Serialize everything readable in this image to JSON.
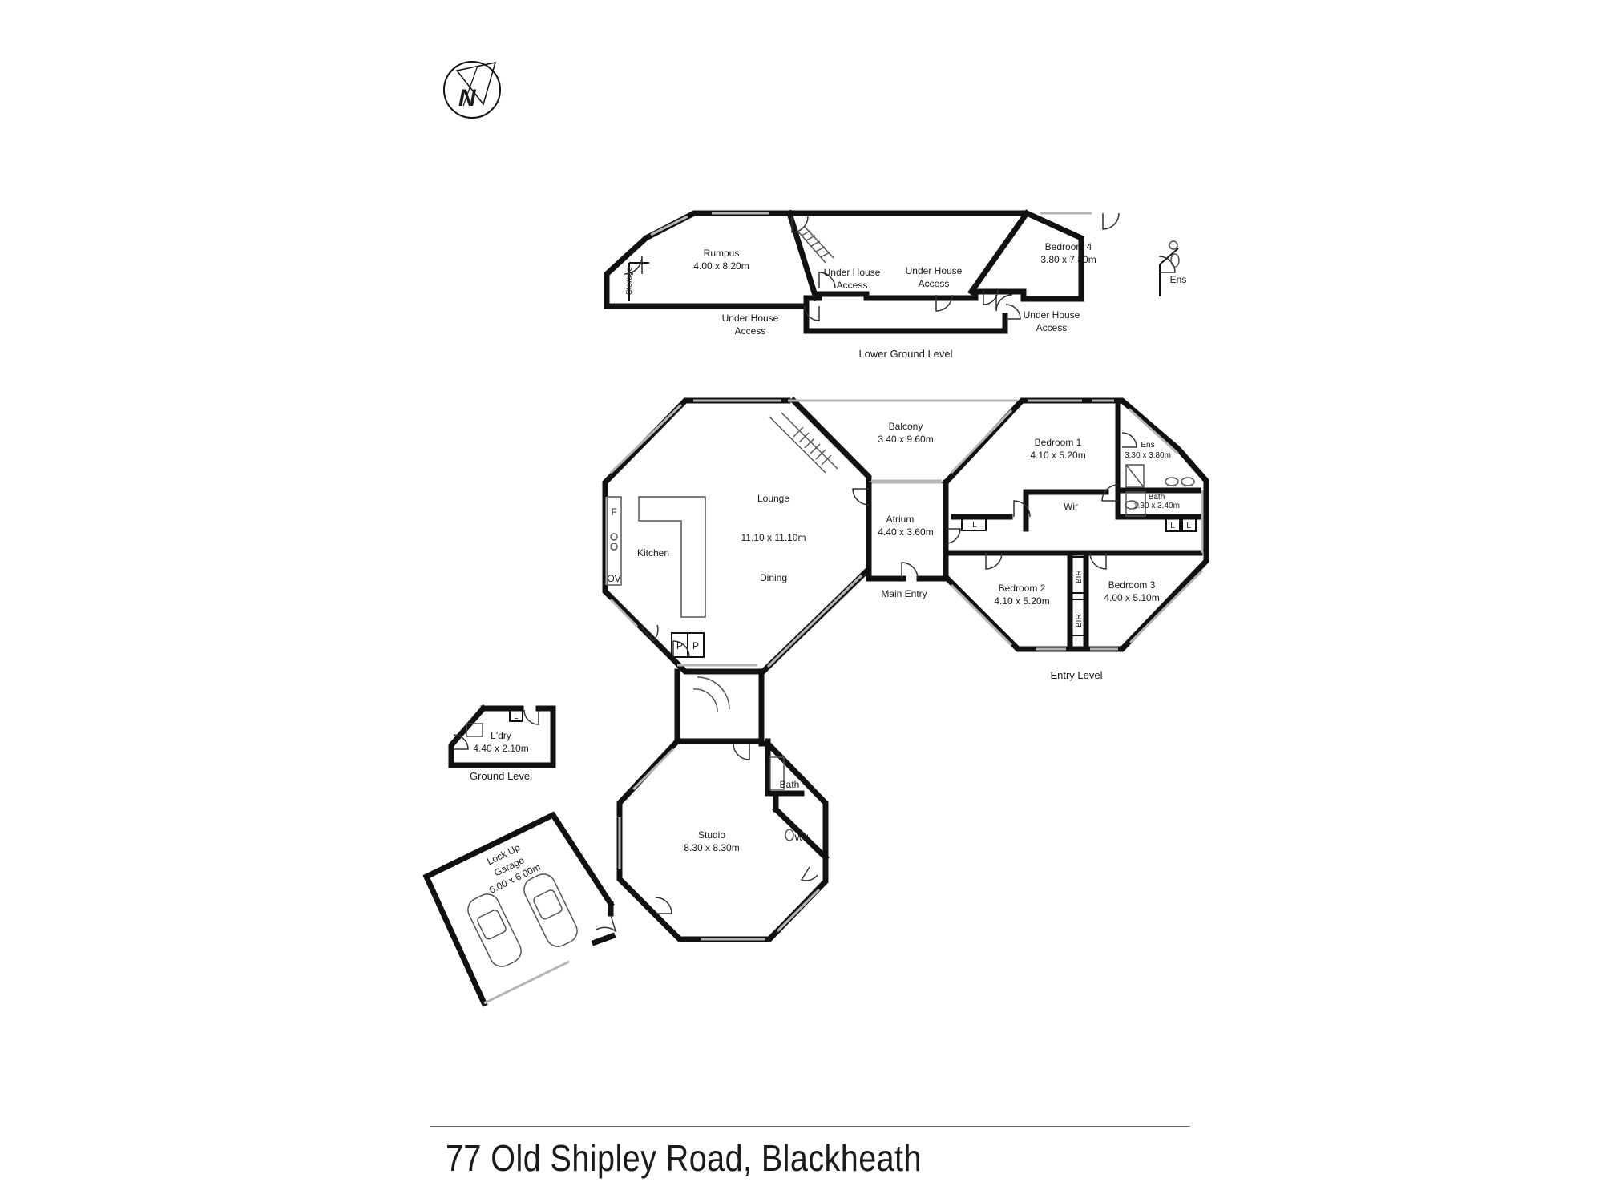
{
  "address": "77 Old Shipley Road, Blackheath",
  "compass": {
    "label": "N"
  },
  "levels": {
    "lower_ground": "Lower Ground Level",
    "entry": "Entry Level",
    "ground": "Ground Level"
  },
  "rooms": {
    "rumpus": {
      "name": "Rumpus",
      "size": "4.00 x 8.20m"
    },
    "storage": {
      "name": "Storage"
    },
    "under_house_1": {
      "name": "Under House",
      "name2": "Access"
    },
    "under_house_2": {
      "name": "Under House",
      "name2": "Access"
    },
    "under_house_3": {
      "name": "Under House",
      "name2": "Access"
    },
    "under_house_4": {
      "name": "Under House",
      "name2": "Access"
    },
    "bedroom4": {
      "name": "Bedroom 4",
      "size": "3.80 x 7.80m"
    },
    "ens_lower": {
      "name": "Ens"
    },
    "balcony": {
      "name": "Balcony",
      "size": "3.40 x 9.60m"
    },
    "lounge": {
      "name": "Lounge",
      "size": "11.10 x 11.10m"
    },
    "dining": {
      "name": "Dining"
    },
    "kitchen": {
      "name": "Kitchen"
    },
    "fridge": {
      "name": "F"
    },
    "oven": {
      "name": "OV"
    },
    "pantry1": {
      "name": "P"
    },
    "pantry2": {
      "name": "P"
    },
    "atrium": {
      "name": "Atrium",
      "size": "4.40 x 3.60m"
    },
    "main_entry": {
      "name": "Main Entry"
    },
    "bedroom1": {
      "name": "Bedroom 1",
      "size": "4.10 x 5.20m"
    },
    "ens_entry": {
      "name": "Ens",
      "size": "3.30 x 3.80m"
    },
    "wir": {
      "name": "Wir"
    },
    "bath_entry": {
      "name": "Bath",
      "size": "1.30 x 3.40m"
    },
    "linen1": {
      "name": "L"
    },
    "linen2": {
      "name": "L"
    },
    "linen3": {
      "name": "L"
    },
    "bedroom2": {
      "name": "Bedroom 2",
      "size": "4.10 x 5.20m"
    },
    "bedroom3": {
      "name": "Bedroom 3",
      "size": "4.00 x 5.10m"
    },
    "bir1": {
      "name": "BIR"
    },
    "bir2": {
      "name": "BIR"
    },
    "laundry": {
      "name": "L'dry",
      "size": "4.40 x 2.10m"
    },
    "linen_laundry": {
      "name": "L"
    },
    "studio": {
      "name": "Studio",
      "size": "8.30 x 8.30m"
    },
    "bath_studio": {
      "name": "Bath"
    },
    "wil": {
      "name": "WIL"
    },
    "garage": {
      "name": "Lock Up",
      "name2": "Garage",
      "size": "6.00 x 6.00m"
    }
  }
}
